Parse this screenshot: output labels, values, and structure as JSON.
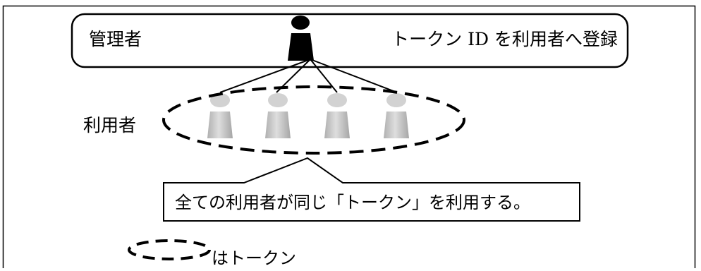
{
  "diagram": {
    "admin_label": "管理者",
    "register_label": "トークン ID を利用者へ登録",
    "users_label": "利用者",
    "callout_text": "全ての利用者が同じ「トークン」を利用する。",
    "legend_text": "はトークン"
  },
  "icons": {
    "admin": "person-icon",
    "users": [
      "person-icon",
      "person-icon",
      "person-icon",
      "person-icon"
    ],
    "token_marker": "dashed-ellipse"
  },
  "colors": {
    "admin_figure": "#000000",
    "user_figure": "#c8c8c8",
    "stroke": "#000000"
  }
}
